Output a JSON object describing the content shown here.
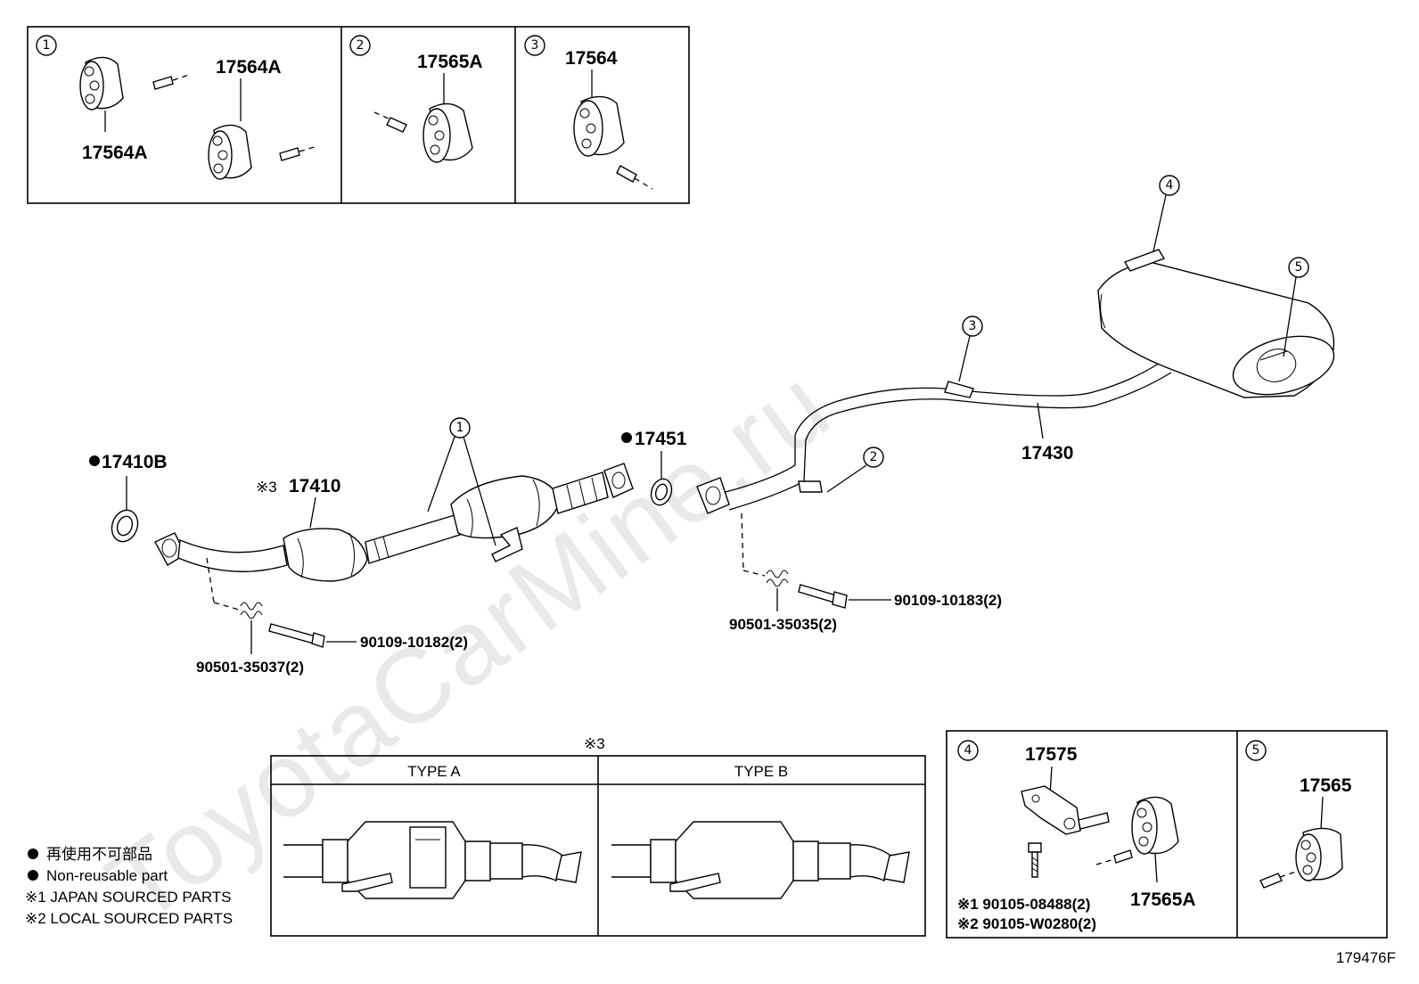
{
  "watermark": "ToyotaCarMine.ru",
  "diagram_id": "179476F",
  "symbols": {
    "non_reusable_dot": "●",
    "note_mark": "※"
  },
  "callouts": {
    "c1": "1",
    "c2": "2",
    "c3": "3",
    "c4": "4",
    "c5": "5"
  },
  "top_panels": {
    "p1": {
      "callout": "1",
      "parts": [
        "17564A",
        "17564A"
      ]
    },
    "p2": {
      "callout": "2",
      "part": "17565A"
    },
    "p3": {
      "callout": "3",
      "part": "17564"
    }
  },
  "main": {
    "gasket_front": "17410B",
    "front_pipe": "17410",
    "front_pipe_note": "※3",
    "gasket_mid": "17451",
    "tail_pipe": "17430",
    "bolt_front": "90109-10182(2)",
    "spring_front": "90501-35037(2)",
    "bolt_rear": "90109-10183(2)",
    "spring_rear": "90501-35035(2)"
  },
  "type_box": {
    "note": "※3",
    "type_a": "TYPE A",
    "type_b": "TYPE B"
  },
  "bottom_right": {
    "p4": {
      "callout": "4",
      "bracket": "17575",
      "hanger": "17565A",
      "bolt_jp": "※1 90105-08488(2)",
      "bolt_local": "※2 90105-W0280(2)"
    },
    "p5": {
      "callout": "5",
      "hanger": "17565"
    }
  },
  "legend": {
    "jp_nonreusable": "再使用不可部品",
    "nonreusable": "Non-reusable part",
    "note1": "※1 JAPAN SOURCED PARTS",
    "note2": "※2 LOCAL SOURCED PARTS"
  }
}
